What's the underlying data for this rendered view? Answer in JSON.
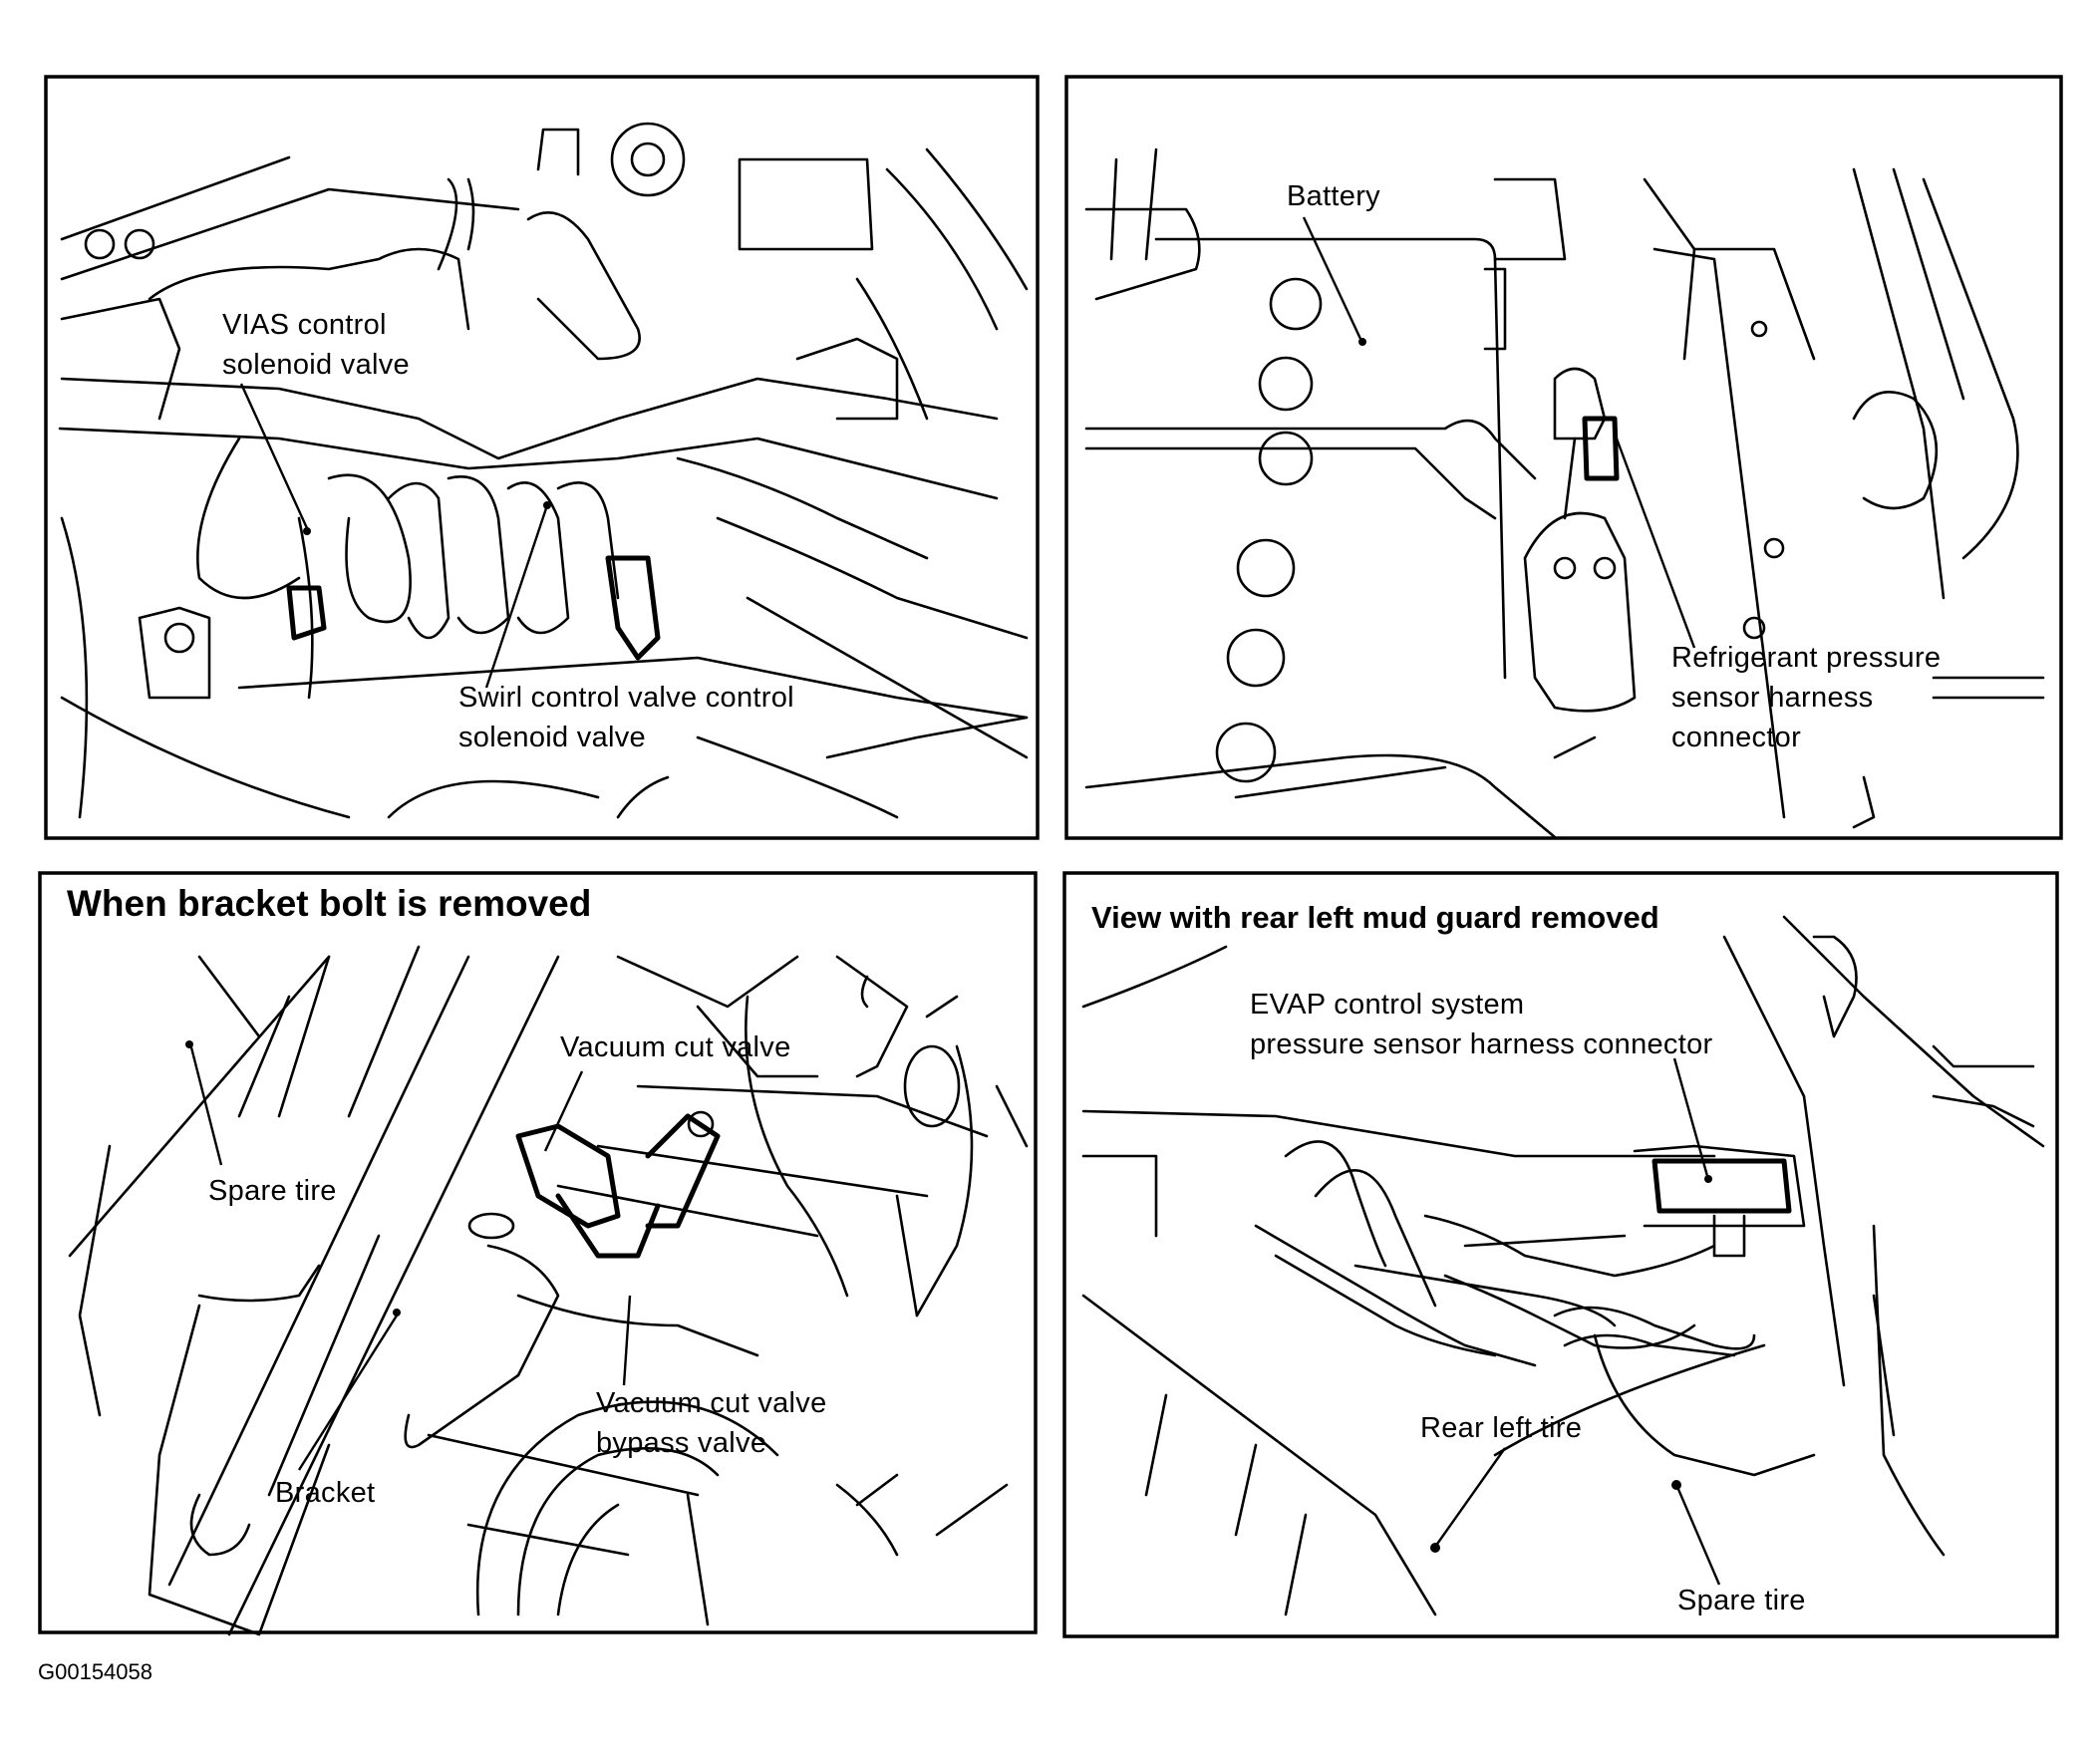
{
  "figure_id": "G00154058",
  "panels": {
    "top_left": {
      "labels": {
        "vias": [
          "VIAS control",
          "solenoid valve"
        ],
        "swirl": [
          "Swirl control valve control",
          "solenoid valve"
        ]
      }
    },
    "top_right": {
      "labels": {
        "battery": "Battery",
        "refrigerant": [
          "Refrigerant pressure",
          "sensor harness",
          "connector"
        ]
      }
    },
    "bottom_left": {
      "title": "When bracket bolt is removed",
      "labels": {
        "spare_tire": "Spare tire",
        "vacuum_cut_valve": "Vacuum cut valve",
        "bypass_valve": [
          "Vacuum cut valve",
          "bypass valve"
        ],
        "bracket": "Bracket"
      }
    },
    "bottom_right": {
      "title": "View with rear left mud guard removed",
      "labels": {
        "evap": [
          "EVAP control system",
          "pressure sensor harness connector"
        ],
        "rear_left_tire": "Rear left tire",
        "spare_tire": "Spare tire"
      }
    }
  }
}
